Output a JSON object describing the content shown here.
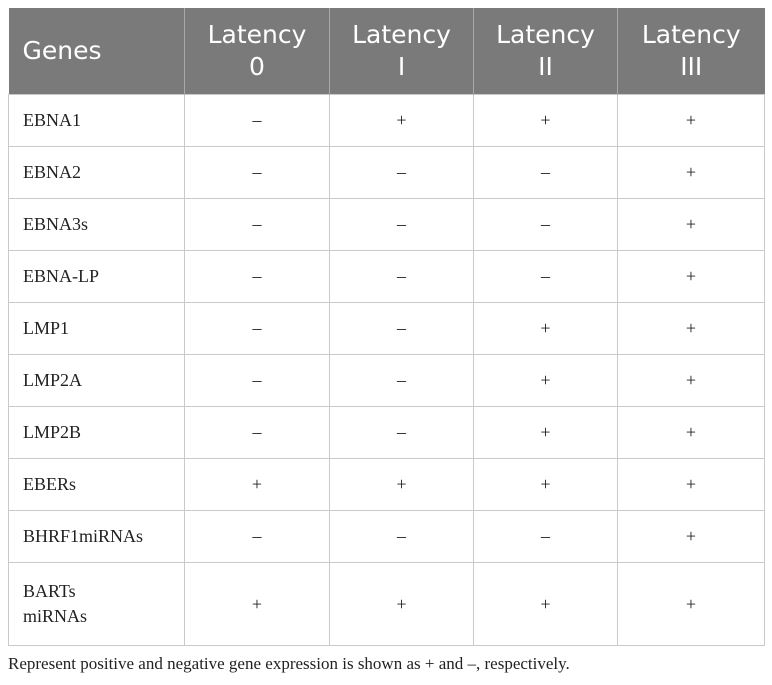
{
  "table": {
    "headers": [
      {
        "line1": "Genes",
        "line2": ""
      },
      {
        "line1": "Latency",
        "line2": "0"
      },
      {
        "line1": "Latency",
        "line2": "I"
      },
      {
        "line1": "Latency",
        "line2": "II"
      },
      {
        "line1": "Latency",
        "line2": "III"
      }
    ],
    "rows": [
      {
        "gene": [
          "EBNA1"
        ],
        "values": [
          "–",
          "+",
          "+",
          "+"
        ]
      },
      {
        "gene": [
          "EBNA2"
        ],
        "values": [
          "–",
          "–",
          "–",
          "+"
        ]
      },
      {
        "gene": [
          "EBNA3s"
        ],
        "values": [
          "–",
          "–",
          "–",
          "+"
        ]
      },
      {
        "gene": [
          "EBNA-LP"
        ],
        "values": [
          "–",
          "–",
          "–",
          "+"
        ]
      },
      {
        "gene": [
          "LMP1"
        ],
        "values": [
          "–",
          "–",
          "+",
          "+"
        ]
      },
      {
        "gene": [
          "LMP2A"
        ],
        "values": [
          "–",
          "–",
          "+",
          "+"
        ]
      },
      {
        "gene": [
          "LMP2B"
        ],
        "values": [
          "–",
          "–",
          "+",
          "+"
        ]
      },
      {
        "gene": [
          "EBERs"
        ],
        "values": [
          "+",
          "+",
          "+",
          "+"
        ]
      },
      {
        "gene": [
          "BHRF1miRNAs"
        ],
        "values": [
          "–",
          "–",
          "–",
          "+"
        ]
      },
      {
        "gene": [
          "BARTs",
          "miRNAs"
        ],
        "values": [
          "+",
          "+",
          "+",
          "+"
        ]
      }
    ]
  },
  "footnote": "Represent positive and negative gene expression is shown as + and –, respectively.",
  "colors": {
    "header_background": "#7a7a7a",
    "header_text": "#ffffff",
    "border": "#c9c9c9"
  }
}
